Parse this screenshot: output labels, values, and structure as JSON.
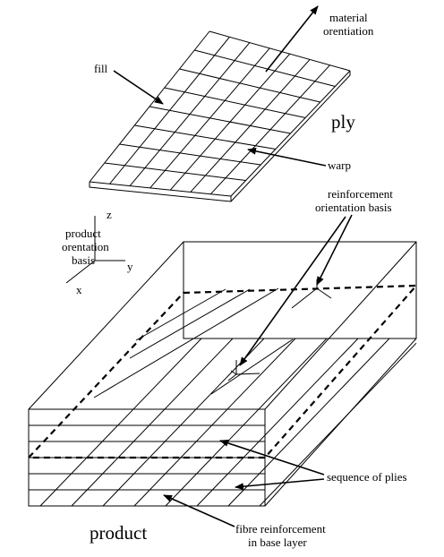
{
  "labels": {
    "material_orientation": [
      "material",
      "orentiation"
    ],
    "fill": "fill",
    "ply": "ply",
    "warp": "warp",
    "reinforcement_basis": [
      "reinforcement",
      "orientation basis"
    ],
    "product_basis": [
      "product",
      "orentation",
      "basis"
    ],
    "axis_z": "z",
    "axis_y": "y",
    "axis_x": "x",
    "sequence_of_plies": "sequence of plies",
    "product": "product",
    "fibre_reinforcement": [
      "fibre reinforcement",
      "in base layer"
    ]
  },
  "ply_grid": {
    "rows": 8,
    "cols": 7
  },
  "product_layers": {
    "count": 6
  }
}
